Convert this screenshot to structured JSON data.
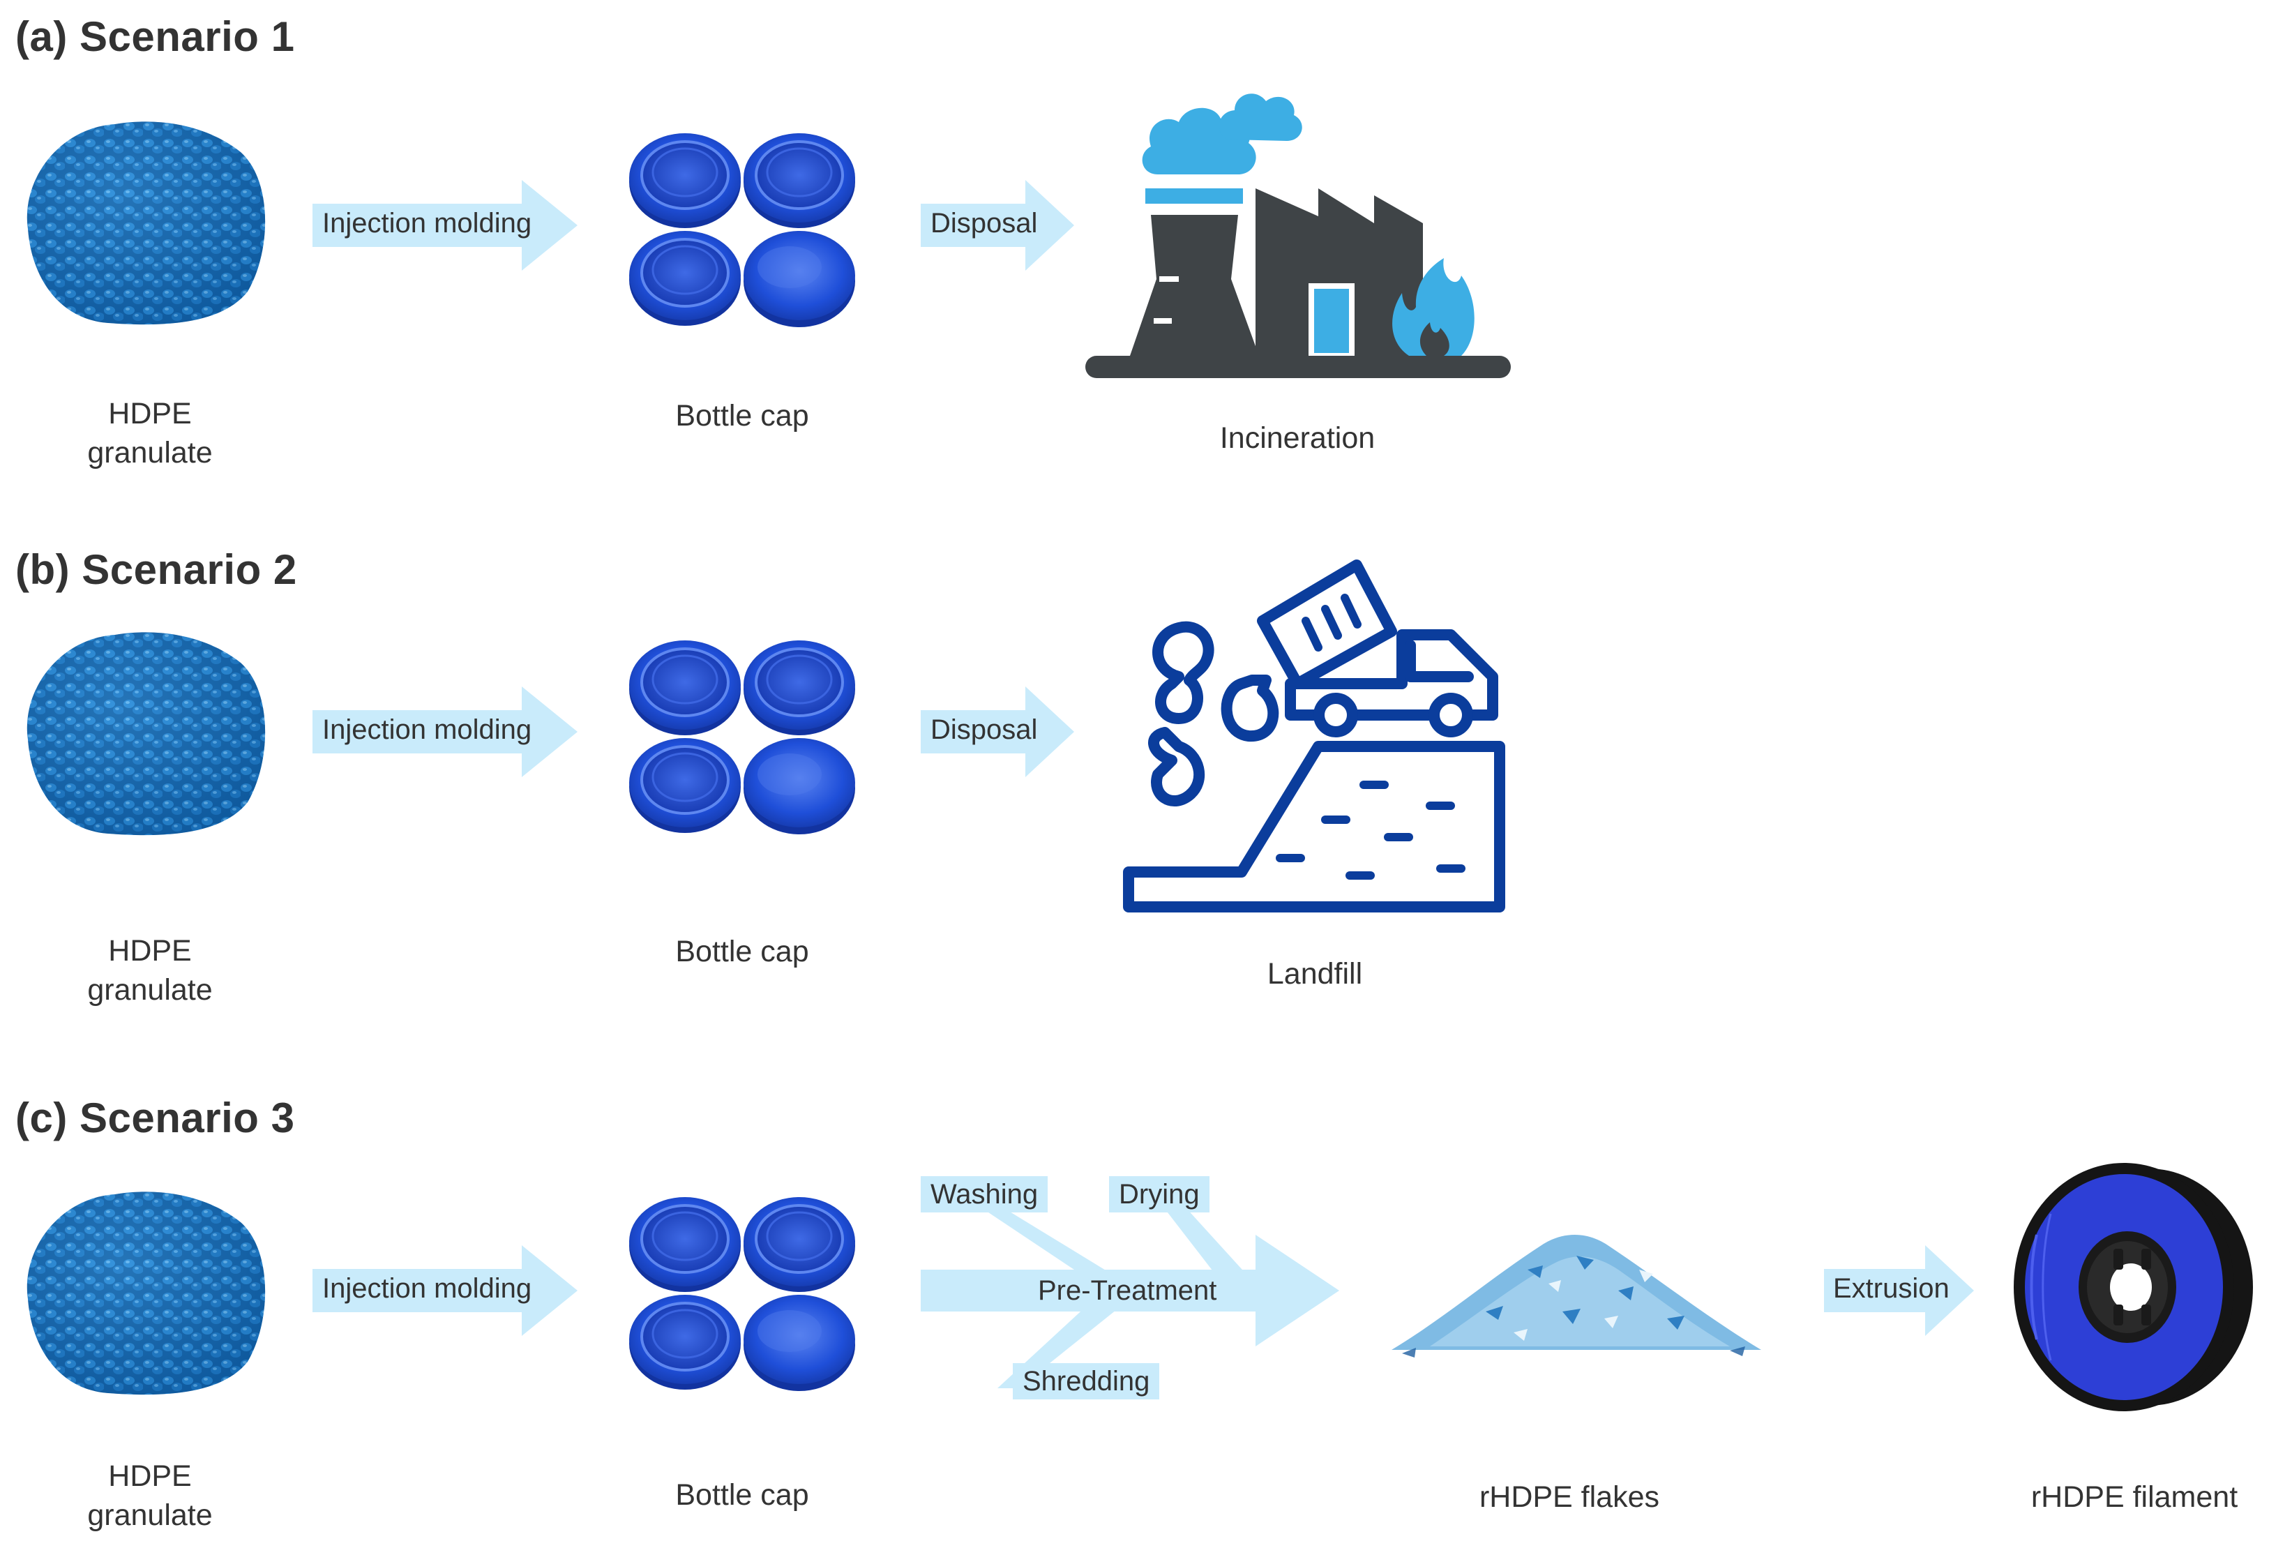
{
  "colors": {
    "arrow_fill": "#c9ebfb",
    "granule_blue": "#1f7fc8",
    "cap_blue": "#1d4fd8",
    "factory_dark": "#3f4447",
    "factory_light_blue": "#3daee4",
    "landfill_blue": "#0b3d9c",
    "flake_blue": "#6ab2e0",
    "spool_black": "#151515",
    "filament_blue": "#2d3fd6"
  },
  "scenarios": [
    {
      "heading": "(a) Scenario 1",
      "steps": [
        {
          "label_line1": "HDPE",
          "label_line2": "granulate",
          "icon": "granulate-image"
        },
        {
          "label": "Bottle cap",
          "icon": "bottle-cap-image"
        },
        {
          "label": "Incineration",
          "icon": "factory-fire-icon"
        }
      ],
      "arrows": [
        "Injection molding",
        "Disposal"
      ]
    },
    {
      "heading": "(b) Scenario 2",
      "steps": [
        {
          "label_line1": "HDPE",
          "label_line2": "granulate",
          "icon": "granulate-image"
        },
        {
          "label": "Bottle cap",
          "icon": "bottle-cap-image"
        },
        {
          "label": "Landfill",
          "icon": "landfill-truck-icon"
        }
      ],
      "arrows": [
        "Injection molding",
        "Disposal"
      ]
    },
    {
      "heading": "(c) Scenario 3",
      "steps": [
        {
          "label_line1": "HDPE",
          "label_line2": "granulate",
          "icon": "granulate-image"
        },
        {
          "label": "Bottle cap",
          "icon": "bottle-cap-image"
        },
        {
          "label": "rHDPE flakes",
          "icon": "flakes-image"
        },
        {
          "label": "rHDPE filament",
          "icon": "filament-spool-image"
        }
      ],
      "arrows": [
        "Injection molding",
        "Pre-Treatment",
        "Extrusion"
      ],
      "pretreatment_substeps": [
        "Washing",
        "Drying",
        "Shredding"
      ]
    }
  ]
}
